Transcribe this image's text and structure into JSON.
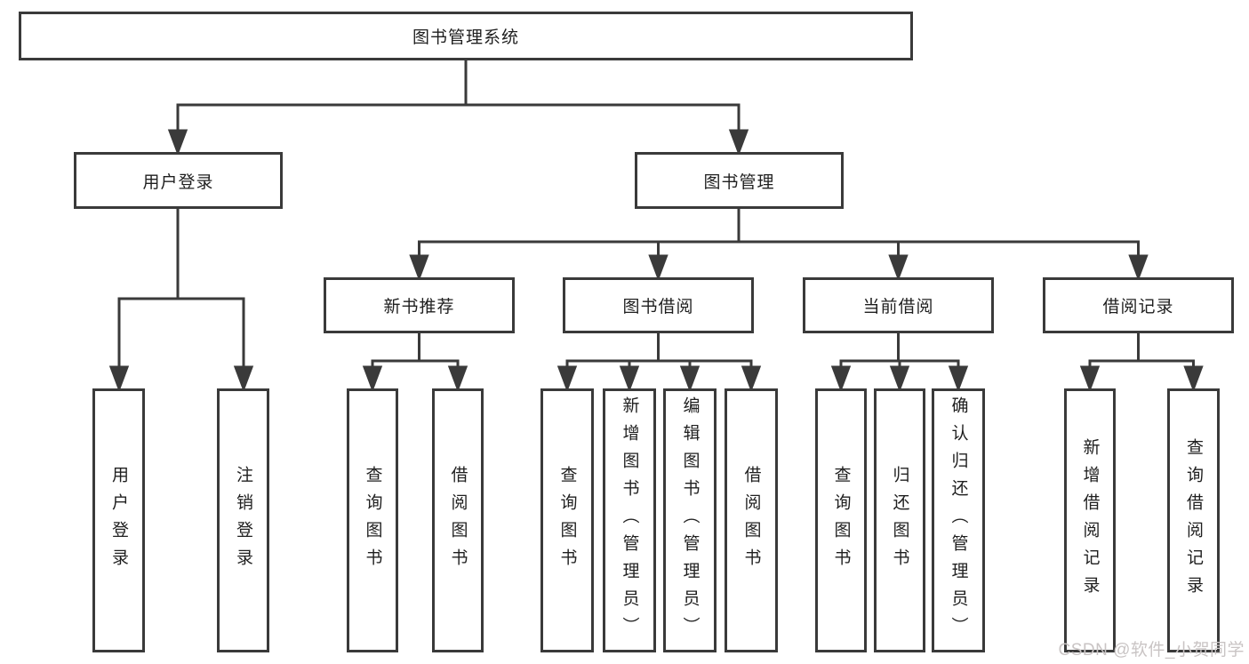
{
  "nodes": {
    "root": {
      "label": "图书管理系统"
    },
    "user_login": {
      "label": "用户登录"
    },
    "book_management": {
      "label": "图书管理"
    },
    "new_book_recommend": {
      "label": "新书推荐"
    },
    "book_borrowing": {
      "label": "图书借阅"
    },
    "current_borrowing": {
      "label": "当前借阅"
    },
    "borrowing_records": {
      "label": "借阅记录"
    },
    "leaf_user_login": {
      "label": "用户登录"
    },
    "leaf_logout": {
      "label": "注销登录"
    },
    "leaf_query_book_recommend": {
      "label": "查询图书"
    },
    "leaf_borrow_book_recommend": {
      "label": "借阅图书"
    },
    "leaf_query_book_borrowing": {
      "label": "查询图书"
    },
    "leaf_add_book_admin": {
      "label": "新增图书（管理员）"
    },
    "leaf_edit_book_admin": {
      "label": "编辑图书（管理员）"
    },
    "leaf_borrow_book_borrowing": {
      "label": "借阅图书"
    },
    "leaf_query_book_current": {
      "label": "查询图书"
    },
    "leaf_return_book": {
      "label": "归还图书"
    },
    "leaf_confirm_return_admin": {
      "label": "确认归还（管理员）"
    },
    "leaf_add_borrow_record": {
      "label": "新增借阅记录"
    },
    "leaf_query_borrow_record": {
      "label": "查询借阅记录"
    }
  },
  "watermark": {
    "text": "CSDN @软件_小贺同学"
  },
  "colors": {
    "line": "#3a3a3a",
    "box_border": "#3a3a3a",
    "text": "#1f1f1f",
    "background": "#ffffff",
    "watermark": "#c9c4c4"
  }
}
